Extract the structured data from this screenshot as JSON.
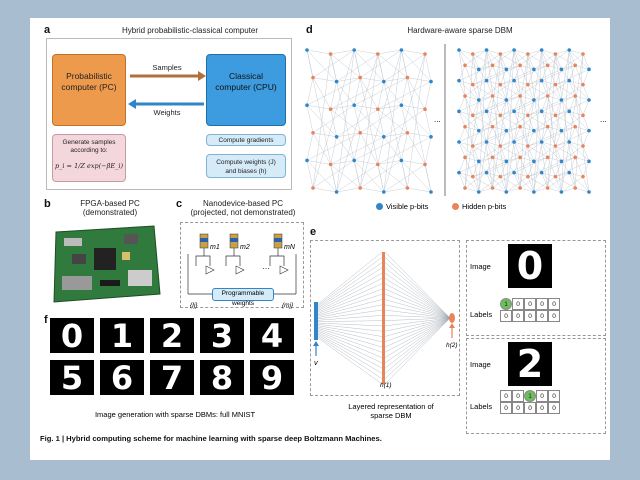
{
  "panel_a": {
    "label": "a",
    "title": "Hybrid probabilistic-classical computer",
    "pc_box": "Probabilistic computer (PC)",
    "cpu_box": "Classical computer (CPU)",
    "arrow_samples": "Samples",
    "arrow_weights": "Weights",
    "pc_note_line1": "Generate samples",
    "pc_note_line2": "according to:",
    "pc_formula": "p_i = 1/Z exp(−βE_i)",
    "cpu_step1": "Compute gradients",
    "cpu_step2": "Compute weights (J) and biases (h)"
  },
  "panel_b": {
    "label": "b",
    "title": "FPGA-based PC (demonstrated)"
  },
  "panel_c": {
    "label": "c",
    "title": "Nanodevice-based PC (projected, not demonstrated)",
    "m1": "m1",
    "m2": "m2",
    "mN": "mN",
    "dots": "···",
    "prog_weights": "Programmable weights",
    "Ij": "{Ij}",
    "mj": "{mj}"
  },
  "panel_d": {
    "label": "d",
    "title": "Hardware-aware sparse DBM",
    "ellipsis": "...",
    "legend_visible": "Visible p-bits",
    "legend_hidden": "Hidden p-bits",
    "visible_color": "#2f86c9",
    "hidden_color": "#e8845a"
  },
  "panel_e": {
    "label": "e",
    "v": "v",
    "h1": "h(1)",
    "h2": "h(2)",
    "caption": "Layered representation of sparse DBM",
    "image_label": "Image",
    "labels_label": "Labels",
    "digit_top": "0",
    "digit_bottom": "2",
    "labels_top": [
      "1",
      "0",
      "0",
      "0",
      "0",
      "0",
      "0",
      "0",
      "0",
      "0"
    ],
    "labels_bottom": [
      "0",
      "0",
      "1",
      "0",
      "0",
      "0",
      "0",
      "0",
      "0",
      "0"
    ],
    "active_label_color": "#6cbf5a"
  },
  "panel_f": {
    "label": "f",
    "digits": [
      "0",
      "1",
      "2",
      "3",
      "4",
      "5",
      "6",
      "7",
      "8",
      "9"
    ],
    "caption": "Image generation with sparse DBMs: full MNIST"
  },
  "figure_caption": "Fig. 1 | Hybrid computing scheme for machine learning with sparse deep Boltzmann Machines.",
  "colors": {
    "pc_orange": "#ee9a4c",
    "cpu_blue": "#3d9be0",
    "pink_note": "#f4d7dc",
    "blue_note": "#d6ebf8",
    "background": "#a9bdd0"
  }
}
